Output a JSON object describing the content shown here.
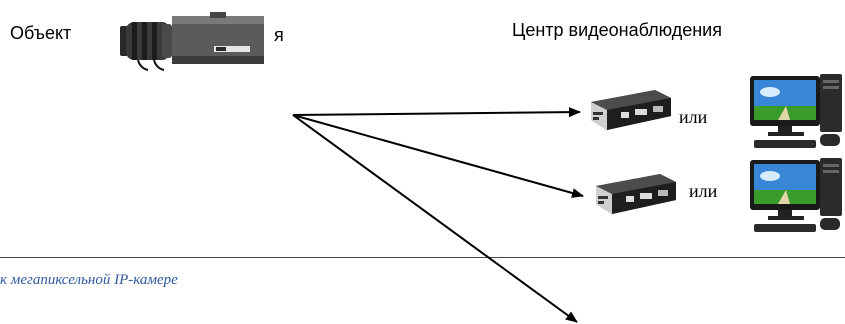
{
  "labels": {
    "object": "Объект",
    "object_tail": "я",
    "center": "Центр видеонаблюдения",
    "or_1": "или",
    "or_2": "или"
  },
  "caption": "к мегапиксельной IP-камере",
  "icons": {
    "camera": "ip-camera",
    "decoder": "video-decoder-box",
    "monitor": "desktop-computer"
  },
  "colors": {
    "caption": "#2f5aa0",
    "separator": "#4a4a4a",
    "arrow": "#000000"
  }
}
